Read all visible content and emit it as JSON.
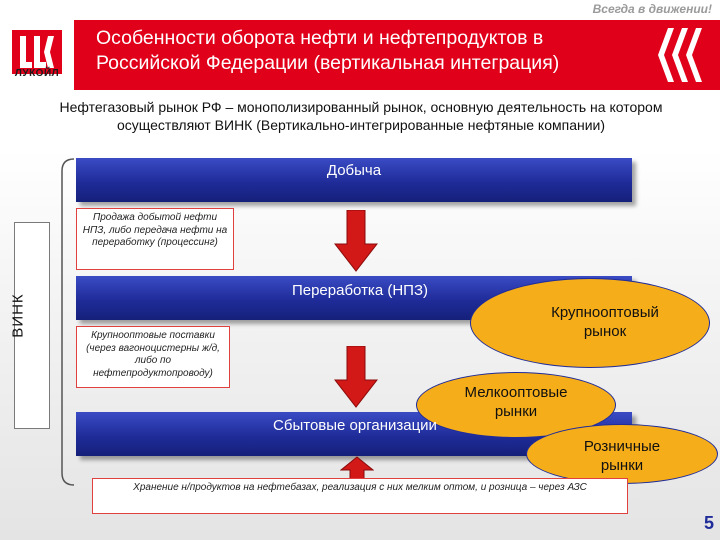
{
  "tagline": "Всегда в движении!",
  "logo": {
    "text": "ЛУКОЙЛ",
    "brand_color": "#e1001a"
  },
  "header": {
    "title_line1": "Особенности оборота нефти и нефтепродуктов в",
    "title_line2": "Российской Федерации (вертикальная интеграция)",
    "icon": "triple-chevron-icon",
    "band_color": "#e1001a"
  },
  "intro": {
    "line1": "Нефтегазовый рынок РФ – монополизированный рынок, основную деятельность на котором",
    "line2": "осуществляют ВИНК (Вертикально-интегрированные нефтяные компании)"
  },
  "vink_label": "ВИНК",
  "stages": {
    "production": "Добыча",
    "refining": "Переработка (НПЗ)",
    "sales": "Сбытовые организации",
    "bar_color": "#1f2c99"
  },
  "notes": {
    "note1": "Продажа добытой нефти НПЗ, либо передача нефти на переработку (процессинг)",
    "note2": "Крупнооптовые поставки (через вагоноцистерны ж/д, либо по нефтепродуктопроводу)",
    "note3": "Хранение н/продуктов на нефтебазах, реализация с них мелким оптом, и розница – через АЗС"
  },
  "markets": {
    "wholesale_large_line1": "Крупнооптовый",
    "wholesale_large_line2": "рынок",
    "wholesale_small_line1": "Мелкооптовые",
    "wholesale_small_line2": "рынки",
    "retail_line1": "Розничные",
    "retail_line2": "рынки",
    "fill_color": "#f6ad1a"
  },
  "slide_number": "5"
}
